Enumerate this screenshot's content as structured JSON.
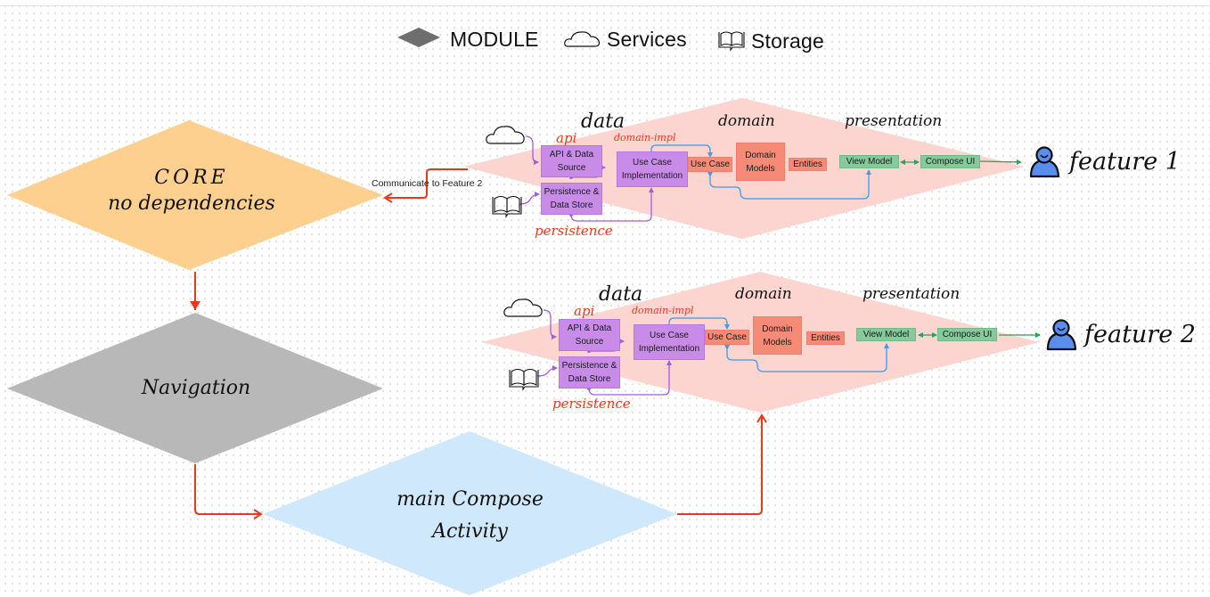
{
  "legend": {
    "items": [
      {
        "icon": "diamond-module-icon",
        "label": "MODULE"
      },
      {
        "icon": "cloud-icon",
        "label": "Services"
      },
      {
        "icon": "book-icon",
        "label": "Storage"
      }
    ]
  },
  "modules": {
    "core": {
      "line1": "CORE",
      "line2": "no dependencies",
      "color": "#fdd08f"
    },
    "navigation": {
      "label": "Navigation",
      "color": "#b8b8b8"
    },
    "main": {
      "line1": "main Compose",
      "line2": "Activity",
      "color": "#cfe8fb"
    }
  },
  "connectors": {
    "communicate_label": "Communicate to Feature 2",
    "arrow_color": "#e8391b"
  },
  "features": [
    {
      "name": "feature 1",
      "color": "#fdd5d0",
      "layers": {
        "data": "data",
        "domain": "domain",
        "presentation": "presentation"
      },
      "sublabels": {
        "api": "api",
        "domain_impl": "domain-impl",
        "persistence": "persistence"
      },
      "boxes": {
        "api_source": "API &  Data Source",
        "persistence_store": "Persistence & Data Store",
        "use_case_impl": "Use Case Implementation",
        "use_case": "Use Case",
        "domain_models": "Domain Models",
        "entities": "Entities",
        "view_model": "View Model",
        "compose_ui": "Compose UI"
      }
    },
    {
      "name": "feature 2",
      "color": "#fdd5d0",
      "layers": {
        "data": "data",
        "domain": "domain",
        "presentation": "presentation"
      },
      "sublabels": {
        "api": "api",
        "domain_impl": "domain-impl",
        "persistence": "persistence"
      },
      "boxes": {
        "api_source": "API &  Data Source",
        "persistence_store": "Persistence & Data Store",
        "use_case_impl": "Use Case Implementation",
        "use_case": "Use Case",
        "domain_models": "Domain Models",
        "entities": "Entities",
        "view_model": "View Model",
        "compose_ui": "Compose UI"
      }
    }
  ],
  "colors": {
    "purple_box": "#c88ce8",
    "salmon_box": "#f58b76",
    "green_box": "#86c99a",
    "blue_arrow": "#3d9be9",
    "purple_arrow": "#a35ce6",
    "green_arrow": "#22a55a",
    "user_icon": "#5b8def"
  }
}
